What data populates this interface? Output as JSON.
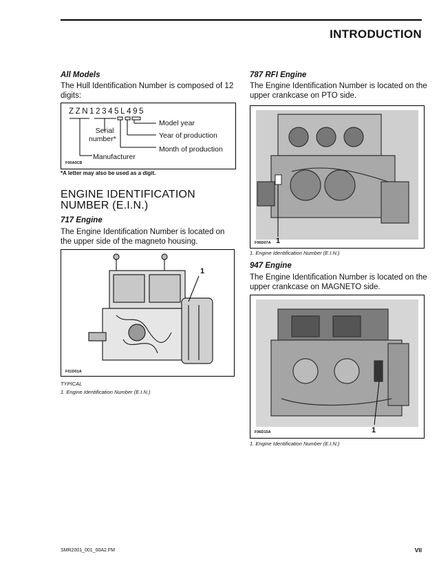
{
  "header": {
    "title": "INTRODUCTION"
  },
  "left": {
    "all_models": {
      "heading": "All Models",
      "text": "The Hull Identification Number is composed of 12 digits:",
      "diagram": {
        "code_string": "ZZN12345L495",
        "labels": {
          "model_year": "Model year",
          "year_of_production": "Year of production",
          "month_of_production": "Month of production",
          "serial_line1": "Serial",
          "serial_line2": "number*",
          "manufacturer": "Manufacturer"
        },
        "fig_code": "F00A0CB"
      },
      "footnote": "*A letter may also be used as a digit."
    },
    "ein": {
      "title_line1": "ENGINE IDENTIFICATION",
      "title_line2": "NUMBER (E.I.N.)"
    },
    "e717": {
      "heading": "717 Engine",
      "text": "The Engine Identification Number is located on the upper side of the magneto housing.",
      "fig_code": "F01D01A",
      "callout": "1",
      "caption_typical": "TYPICAL",
      "caption": "1.  Engine Identification Number (E.I.N.)"
    }
  },
  "right": {
    "e787": {
      "heading": "787 RFI Engine",
      "text": "The Engine Identification Number is located on the upper crankcase on PTO side.",
      "fig_code": "F06D07A",
      "callout": "1",
      "caption": "1.  Engine Identification Number (E.I.N.)"
    },
    "e947": {
      "heading": "947 Engine",
      "text": "The Engine Identification Number is located on the upper crankcase on MAGNETO side.",
      "fig_code": "F06D15A",
      "callout": "1",
      "caption": "1.  Engine Identification Number (E.I.N.)"
    }
  },
  "footer": {
    "file": "SMR2001_001_00A2.FM",
    "page": "VII"
  }
}
